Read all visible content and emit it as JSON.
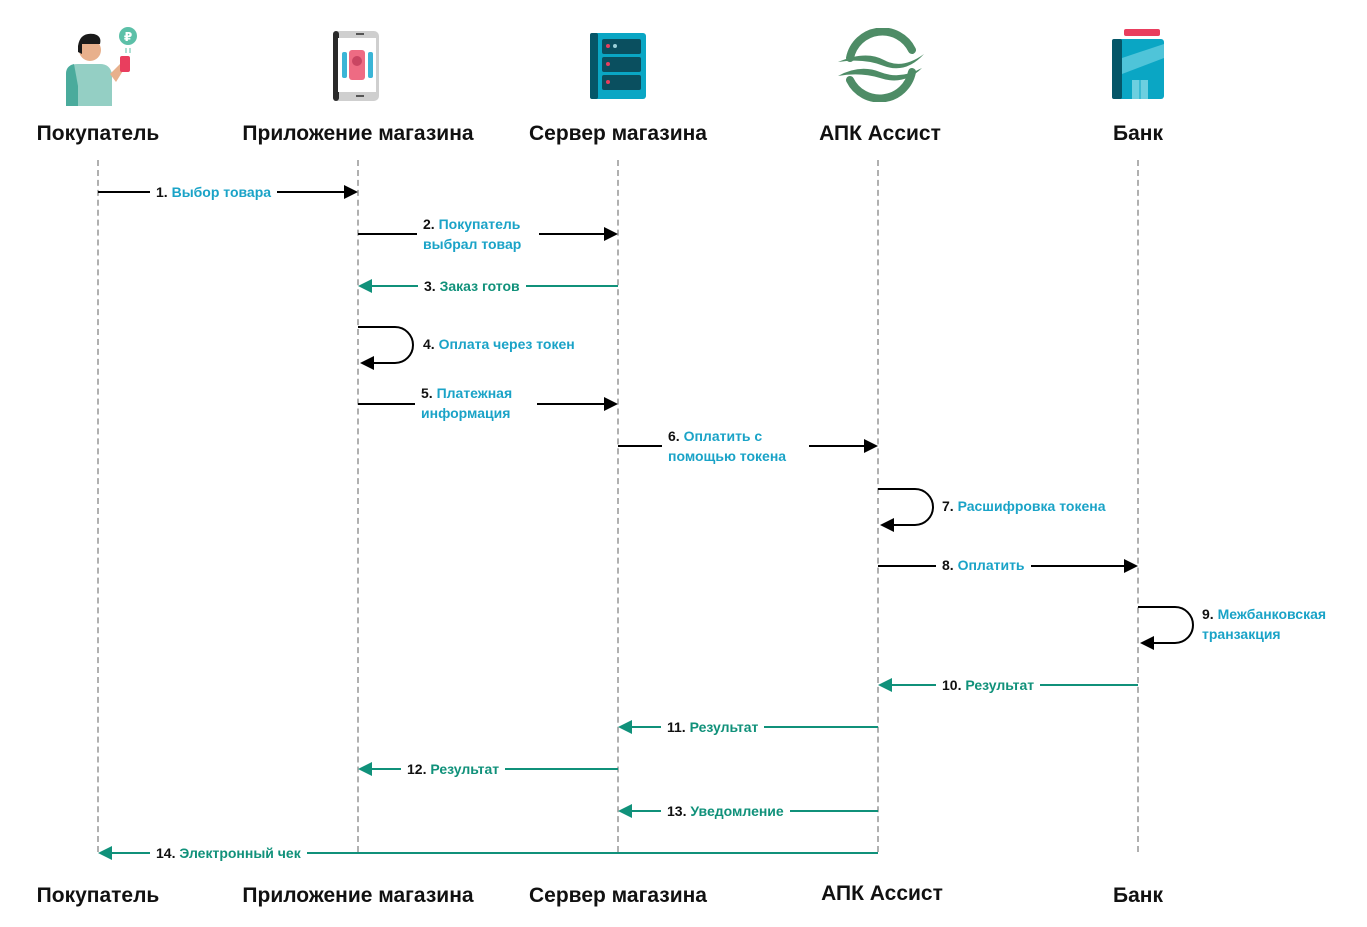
{
  "colors": {
    "request_arrow": "#000000",
    "response_arrow": "#10917a",
    "request_text": "#1aa3c7",
    "response_text": "#10917a",
    "lifeline": "#b0b0b0"
  },
  "actors": [
    {
      "id": "buyer",
      "label": "Покупатель",
      "icon": "person-with-phone-icon"
    },
    {
      "id": "app",
      "label": "Приложение магазина",
      "icon": "tablet-icon"
    },
    {
      "id": "server",
      "label": "Сервер магазина",
      "icon": "server-icon"
    },
    {
      "id": "apk",
      "label": "АПК Ассист",
      "icon": "assist-logo-icon"
    },
    {
      "id": "bank",
      "label": "Банк",
      "icon": "bank-building-icon"
    }
  ],
  "messages": [
    {
      "num": "1.",
      "text": "Выбор товара",
      "from": "buyer",
      "to": "app",
      "kind": "req"
    },
    {
      "num": "2.",
      "text": "Покупатель выбрал товар",
      "from": "app",
      "to": "server",
      "kind": "req"
    },
    {
      "num": "3.",
      "text": "Заказ готов",
      "from": "server",
      "to": "app",
      "kind": "resp"
    },
    {
      "num": "4.",
      "text": "Оплата через токен",
      "from": "app",
      "to": "app",
      "kind": "req"
    },
    {
      "num": "5.",
      "text": "Платежная информация",
      "from": "app",
      "to": "server",
      "kind": "req"
    },
    {
      "num": "6.",
      "text": "Оплатить с помощью токена",
      "from": "server",
      "to": "apk",
      "kind": "req"
    },
    {
      "num": "7.",
      "text": "Расшифровка токена",
      "from": "apk",
      "to": "apk",
      "kind": "req"
    },
    {
      "num": "8.",
      "text": "Оплатить",
      "from": "apk",
      "to": "bank",
      "kind": "req"
    },
    {
      "num": "9.",
      "text": "Межбанковская транзакция",
      "from": "bank",
      "to": "bank",
      "kind": "req"
    },
    {
      "num": "10.",
      "text": "Результат",
      "from": "bank",
      "to": "apk",
      "kind": "resp"
    },
    {
      "num": "11.",
      "text": "Результат",
      "from": "apk",
      "to": "server",
      "kind": "resp"
    },
    {
      "num": "12.",
      "text": "Результат",
      "from": "server",
      "to": "app",
      "kind": "resp"
    },
    {
      "num": "13.",
      "text": "Уведомление",
      "from": "apk",
      "to": "server",
      "kind": "resp"
    },
    {
      "num": "14.",
      "text": "Электронный чек",
      "from": "apk",
      "to": "buyer",
      "kind": "resp"
    }
  ]
}
